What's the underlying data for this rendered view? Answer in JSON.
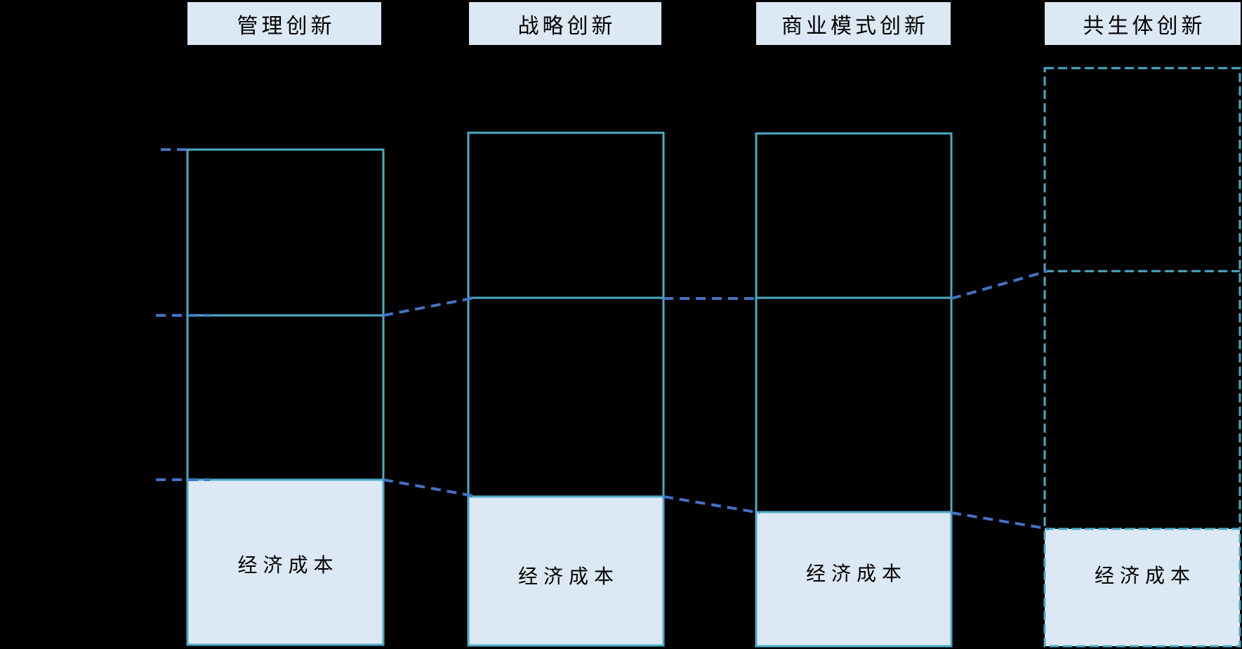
{
  "diagram": {
    "description": "Four-column innovation cost-structure diagram on black background",
    "columns": [
      {
        "id": "management",
        "header": "管理创新",
        "economic_cost_label": "经济成本",
        "border_style": "solid"
      },
      {
        "id": "strategy",
        "header": "战略创新",
        "economic_cost_label": "经济成本",
        "border_style": "solid"
      },
      {
        "id": "business-model",
        "header": "商业模式创新",
        "economic_cost_label": "经济成本",
        "border_style": "solid"
      },
      {
        "id": "symbiosis",
        "header": "共生体创新",
        "economic_cost_label": "经济成本",
        "border_style": "dashed"
      }
    ],
    "connector_levels": [
      "box-top",
      "middle-divider",
      "economic-cost-top"
    ]
  },
  "colors": {
    "background": "#000000",
    "box_border_teal": "#4BACC6",
    "connector_blue": "#4472C4",
    "box_fill_light": "#DCE8F4",
    "text": "#000000"
  }
}
